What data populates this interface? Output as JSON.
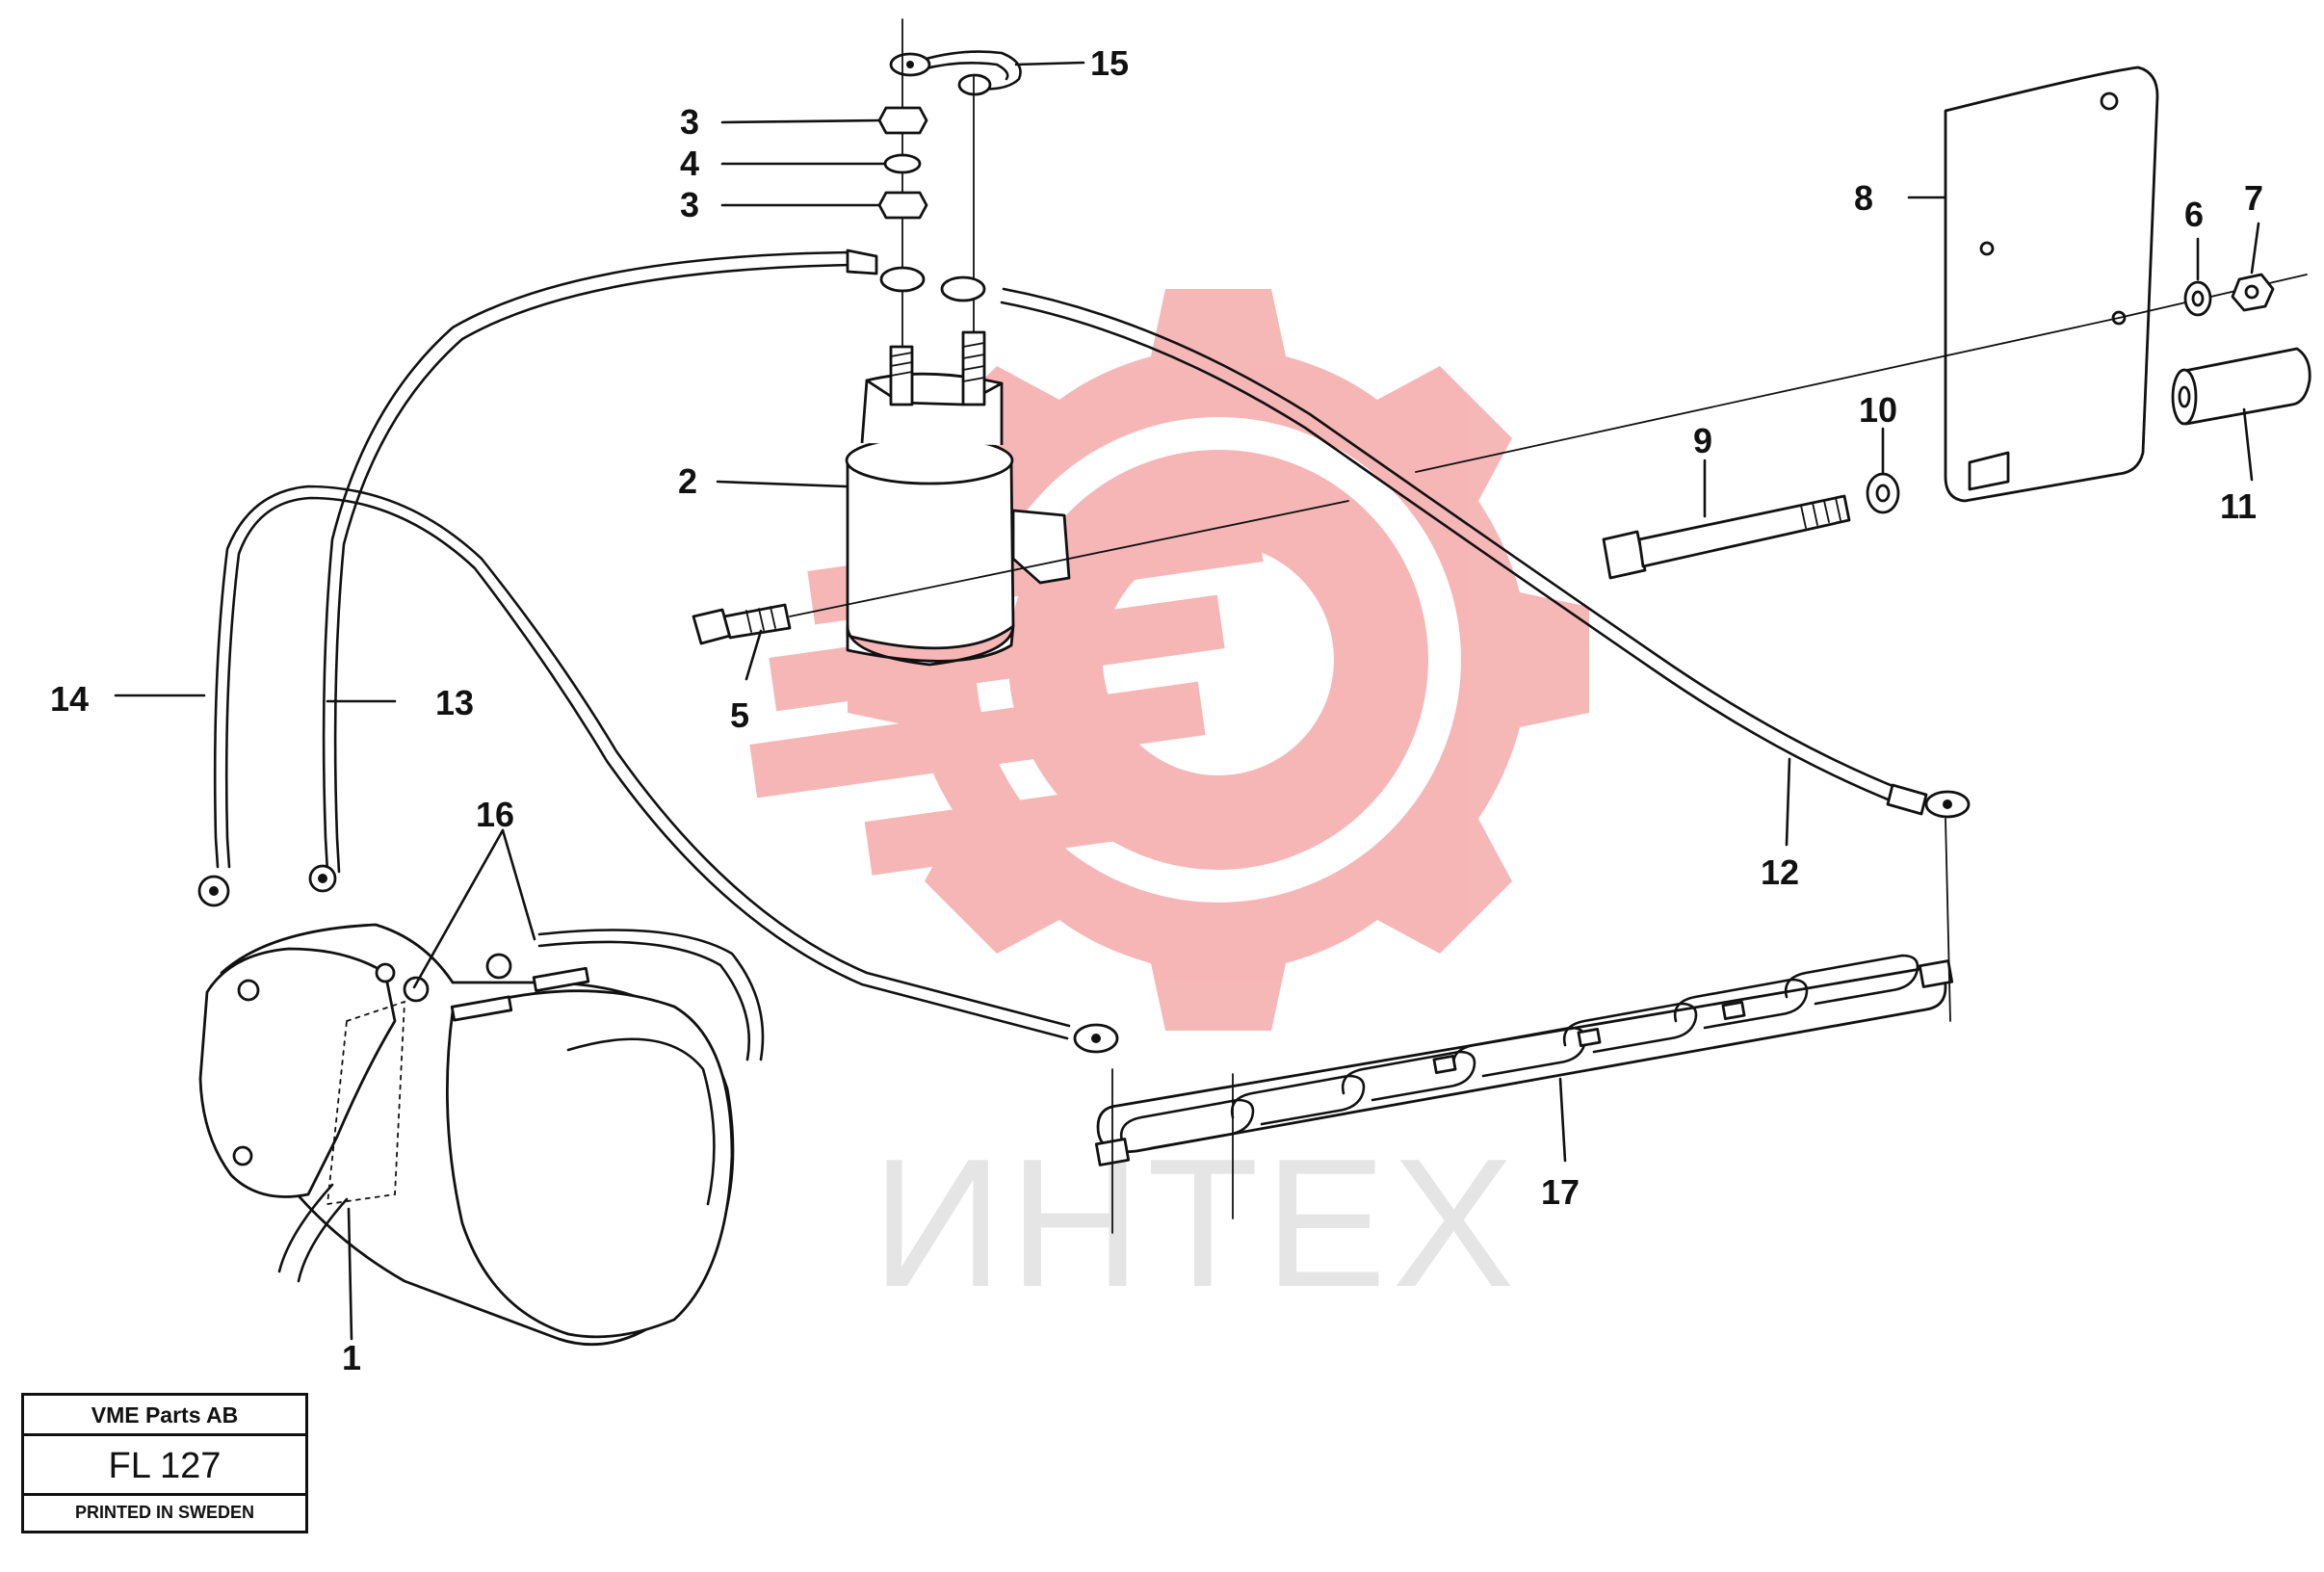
{
  "callouts": [
    {
      "id": "1",
      "text": "1"
    },
    {
      "id": "2",
      "text": "2"
    },
    {
      "id": "3a",
      "text": "3"
    },
    {
      "id": "4",
      "text": "4"
    },
    {
      "id": "3b",
      "text": "3"
    },
    {
      "id": "5",
      "text": "5"
    },
    {
      "id": "6",
      "text": "6"
    },
    {
      "id": "7",
      "text": "7"
    },
    {
      "id": "8",
      "text": "8"
    },
    {
      "id": "9",
      "text": "9"
    },
    {
      "id": "10",
      "text": "10"
    },
    {
      "id": "11",
      "text": "11"
    },
    {
      "id": "12",
      "text": "12"
    },
    {
      "id": "13",
      "text": "13"
    },
    {
      "id": "14",
      "text": "14"
    },
    {
      "id": "15",
      "text": "15"
    },
    {
      "id": "16",
      "text": "16"
    },
    {
      "id": "17",
      "text": "17"
    }
  ],
  "title_block": {
    "company": "VME Parts AB",
    "code": "FL 127",
    "printed": "PRINTED IN SWEDEN"
  },
  "watermark": {
    "text": "ИНТЕХ",
    "logo_color": "#f4a6a6"
  }
}
